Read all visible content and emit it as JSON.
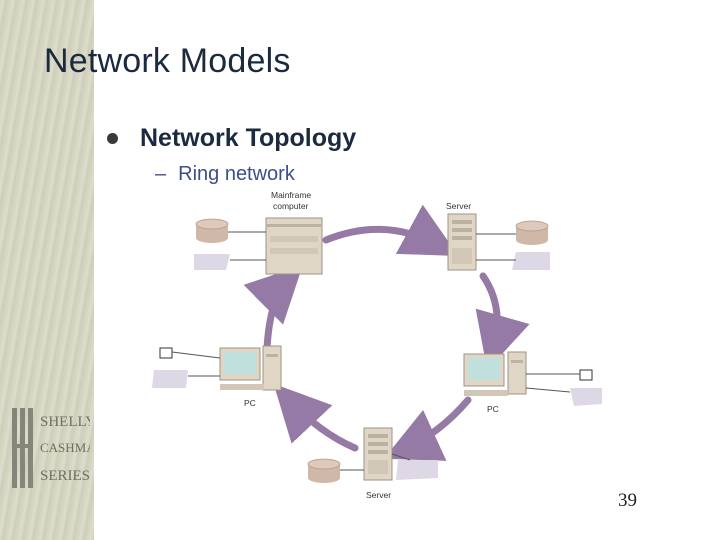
{
  "slide": {
    "title": "Network Models",
    "bullet": "Network Topology",
    "sub_bullet_dash": "–",
    "sub_bullet": "Ring network",
    "page_number": "39"
  },
  "brand": {
    "name": "Shelly Cashman Series",
    "line1": "SHELLY",
    "line2": "CASHMAN",
    "line3": "SERIES."
  },
  "diagram": {
    "labels": {
      "mainframe_line1": "Mainframe",
      "mainframe_line2": "computer",
      "server_top": "Server",
      "pc_right": "PC",
      "server_bottom": "Server",
      "pc_left": "PC"
    },
    "colors": {
      "ring": "#957aa5",
      "device_beige": "#e0d6c6",
      "screen": "#bfe0dd",
      "pad": "#ded7e6",
      "disk": "#cfb8a8"
    },
    "icons": [
      "mainframe-icon",
      "server-icon",
      "pc-icon",
      "disk-icon",
      "printer-icon"
    ]
  }
}
